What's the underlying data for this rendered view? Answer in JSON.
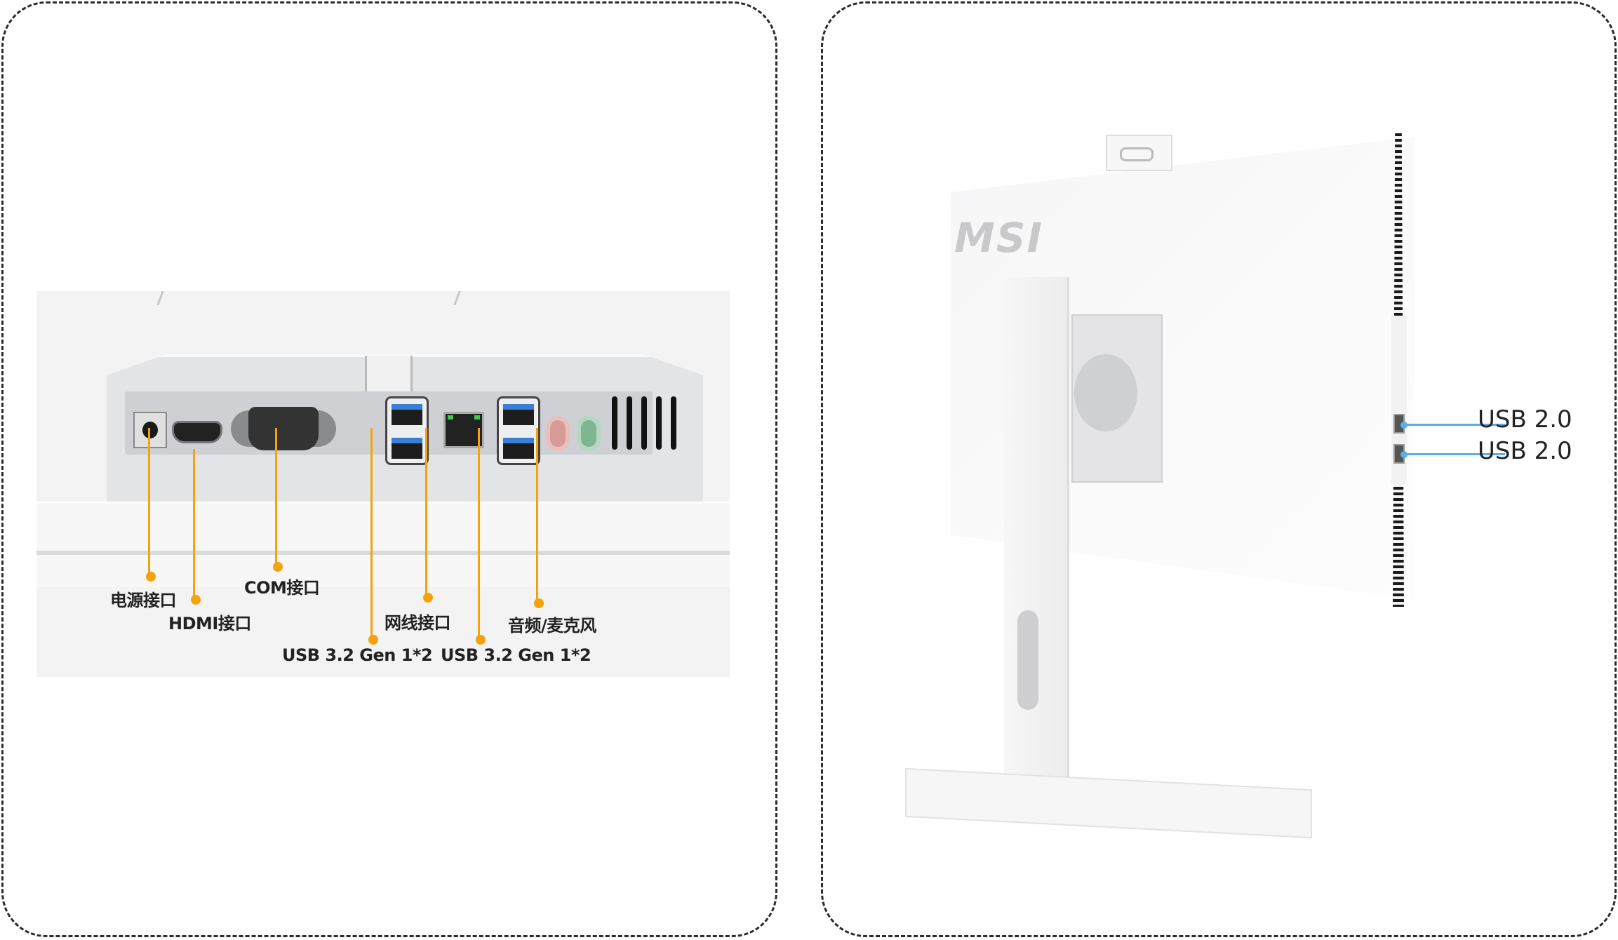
{
  "left_panel": {
    "title": "rear I/O ports",
    "accent_color": "#f4a30c",
    "labels": {
      "power": "电源接口",
      "hdmi": "HDMI接口",
      "com": "COM接口",
      "usb_a": "USB 3.2 Gen 1*2",
      "lan": "网线接口",
      "usb_b": "USB 3.2 Gen 1*2",
      "audio": "音频/麦克风"
    }
  },
  "right_panel": {
    "brand": "MSI",
    "accent_color": "#5aaee6",
    "labels": {
      "usb_top": "USB 2.0",
      "usb_bottom": "USB 2.0"
    }
  }
}
